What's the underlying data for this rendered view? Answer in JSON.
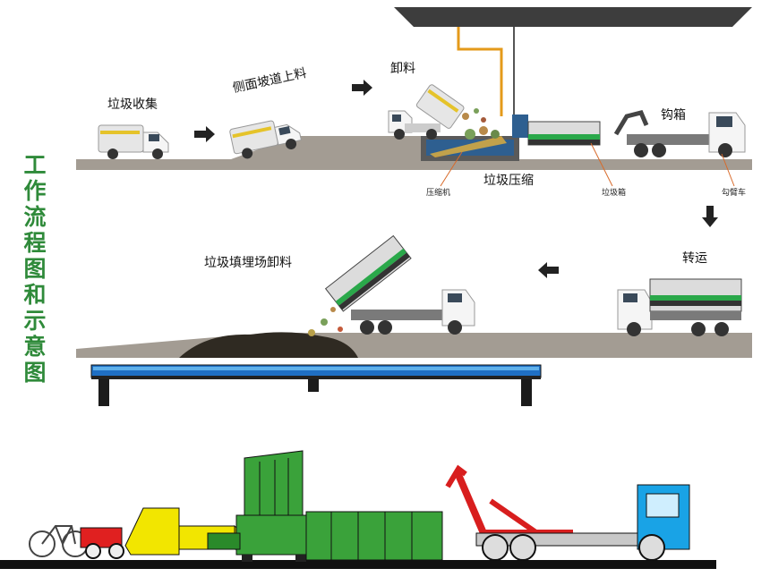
{
  "title_chars": [
    "工",
    "作",
    "流",
    "程",
    "图",
    "和",
    "示",
    "意",
    "图"
  ],
  "steps": {
    "collect": "垃圾收集",
    "ramp": "侧面坡道上料",
    "unload": "卸料",
    "hook": "钩箱",
    "compress": "垃圾压缩",
    "transfer": "转运",
    "landfill": "垃圾填埋场卸料"
  },
  "parts": {
    "compressor": "压缩机",
    "container": "垃圾箱",
    "hook_truck": "勾臂车"
  },
  "colors": {
    "title_green": "#2f8a3a",
    "ground": "#a39c93",
    "container_green": "#3aa23a",
    "yellow": "#f2e600",
    "red": "#e02020",
    "cab_blue": "#19a3e6",
    "conveyor_blue": "#1f6fc4"
  }
}
